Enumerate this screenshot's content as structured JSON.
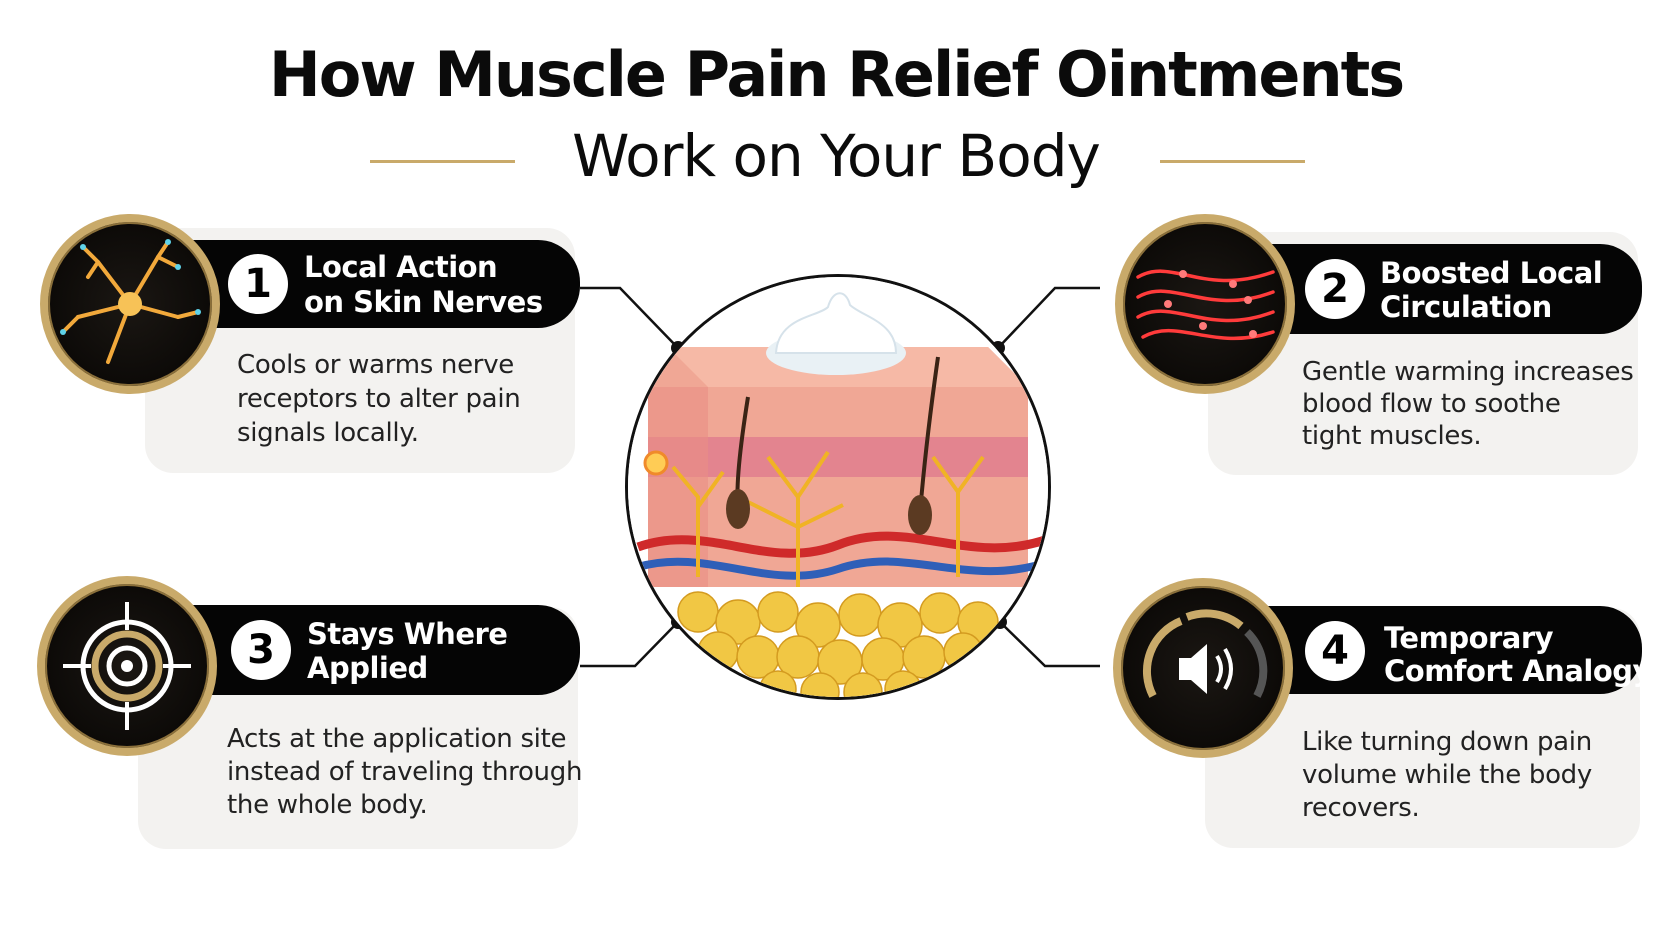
{
  "title": {
    "line1": "How Muscle Pain Relief Ointments",
    "line2": "Work on Your Body"
  },
  "steps": [
    {
      "number": "1",
      "title_line1": "Local Action",
      "title_line2": "on Skin Nerves",
      "desc_line1": "Cools or warms nerve",
      "desc_line2": "receptors to alter pain",
      "desc_line3": "signals locally.",
      "icon": "nerve-cell-icon"
    },
    {
      "number": "2",
      "title_line1": "Boosted Local",
      "title_line2": "Circulation",
      "desc_line1": "Gentle warming increases",
      "desc_line2": "blood flow to soothe",
      "desc_line3": "tight muscles.",
      "icon": "blood-flow-icon"
    },
    {
      "number": "3",
      "title_line1": "Stays Where",
      "title_line2": "Applied",
      "desc_line1": "Acts at the application site",
      "desc_line2": "instead of traveling through",
      "desc_line3": "the whole body.",
      "icon": "target-icon"
    },
    {
      "number": "4",
      "title_line1": "Temporary",
      "title_line2": "Comfort Analogy",
      "desc_line1": "Like turning down pain",
      "desc_line2": "volume while the body",
      "desc_line3": "recovers.",
      "icon": "volume-dial-icon"
    }
  ],
  "center_image": "skin-cross-section-illustration",
  "colors": {
    "accent_gold": "#c9aa6a",
    "bar_black": "#050505",
    "card_gray": "#f3f2f0"
  }
}
